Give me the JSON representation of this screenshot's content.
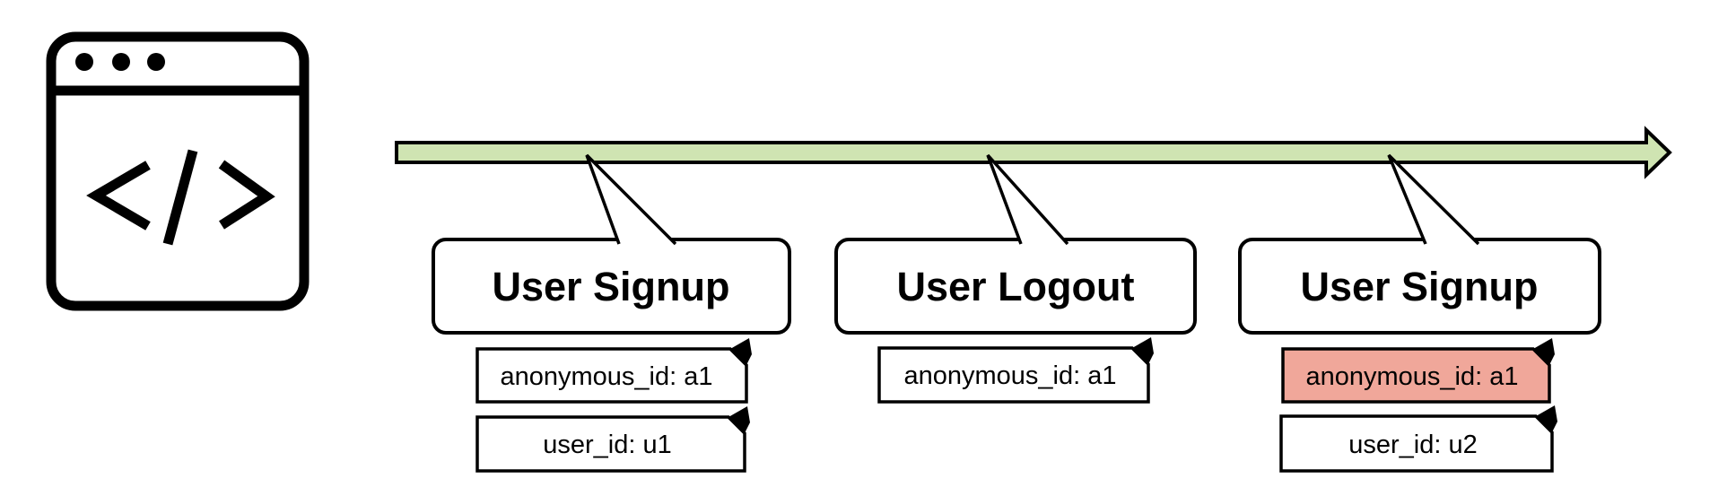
{
  "colors": {
    "timeline_green": "#cfe4b2",
    "highlight_salmon": "#f0a79a",
    "outline_black": "#000000",
    "background": "#ffffff"
  },
  "browser_icon": {
    "name": "code-window-icon",
    "glyph": "</>",
    "dot_count": 3
  },
  "timeline": {
    "shape": "right-arrow"
  },
  "events": [
    {
      "title": "User Signup",
      "notes": [
        {
          "text": "anonymous_id: a1",
          "highlighted": false
        },
        {
          "text": "user_id: u1",
          "highlighted": false
        }
      ]
    },
    {
      "title": "User Logout",
      "notes": [
        {
          "text": "anonymous_id: a1",
          "highlighted": false
        }
      ]
    },
    {
      "title": "User Signup",
      "notes": [
        {
          "text": "anonymous_id: a1",
          "highlighted": true
        },
        {
          "text": "user_id: u2",
          "highlighted": false
        }
      ]
    }
  ]
}
